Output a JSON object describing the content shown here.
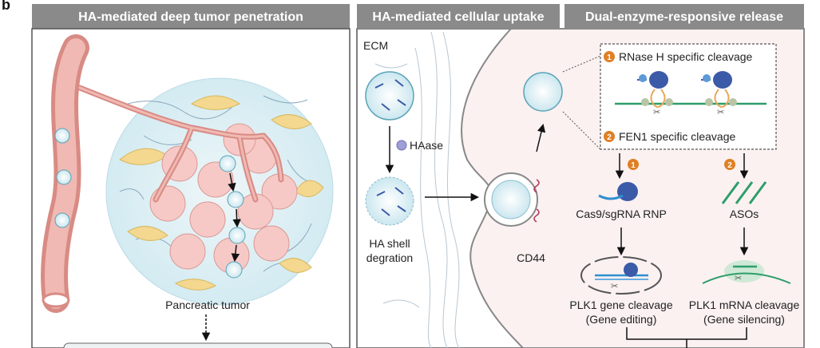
{
  "panel_letter": "b",
  "panels": {
    "penetration": {
      "title": "HA-mediated deep tumor penetration",
      "tumor_label": "Pancreatic tumor"
    },
    "uptake": {
      "title": "HA-mediated cellular uptake",
      "ecm_label": "ECM",
      "haase_label": "HAase",
      "shell_label_1": "HA shell",
      "shell_label_2": "degration",
      "receptor_label": "CD44"
    },
    "release": {
      "title": "Dual-enzyme-responsive release",
      "step1_number": "1",
      "step1_label": "RNase H specific cleavage",
      "step2_number": "2",
      "step2_label": "FEN1 specific cleavage",
      "rnp_label": "Cas9/sgRNA RNP",
      "aso_label": "ASOs",
      "gene_cleavage_1": "PLK1 gene cleavage",
      "gene_cleavage_2": "(Gene editing)",
      "mrna_cleavage_1": "PLK1 mRNA cleavage",
      "mrna_cleavage_2": "(Gene silencing)"
    }
  },
  "colors": {
    "header_bg": "#8a8a8a",
    "panel_bg": "#fbf1f1",
    "vessel": "#e9a7a0",
    "cell": "#f6c9c6",
    "fibroblast": "#f4d890",
    "nanoparticle": "#d7eef4",
    "cas9": "#3b5aa8",
    "aso": "#2e9e6a",
    "badge": "#e07f24"
  }
}
